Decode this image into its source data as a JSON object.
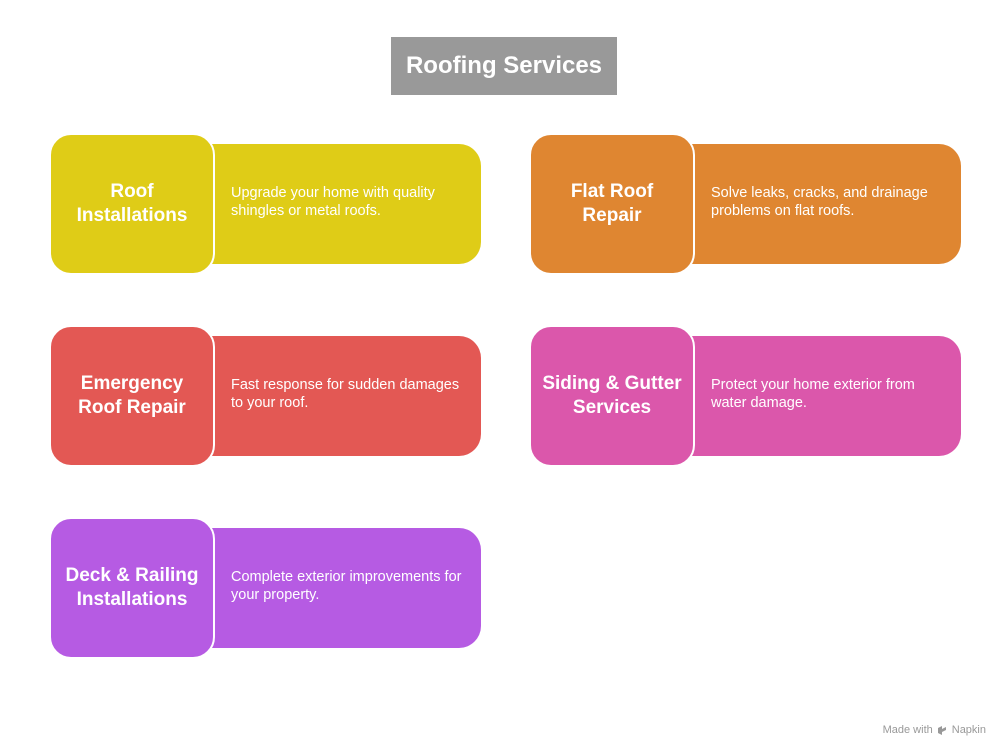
{
  "title": "Roofing Services",
  "services": [
    {
      "name": "Roof Installations",
      "description": "Upgrade your home with quality shingles or metal roofs.",
      "color": "#DFCC17"
    },
    {
      "name": "Flat Roof Repair",
      "description": "Solve leaks, cracks, and drainage problems on flat roofs.",
      "color": "#DF8631"
    },
    {
      "name": "Emergency Roof Repair",
      "description": "Fast response for sudden damages to your roof.",
      "color": "#E35854"
    },
    {
      "name": "Siding & Gutter Services",
      "description": "Protect your home exterior from water damage.",
      "color": "#DB57AB"
    },
    {
      "name": "Deck & Railing Installations",
      "description": "Complete exterior improvements for your property.",
      "color": "#B65BE3"
    }
  ],
  "footer": {
    "made_with": "Made with",
    "brand": "Napkin",
    "icon": "napkin-logo-icon"
  }
}
